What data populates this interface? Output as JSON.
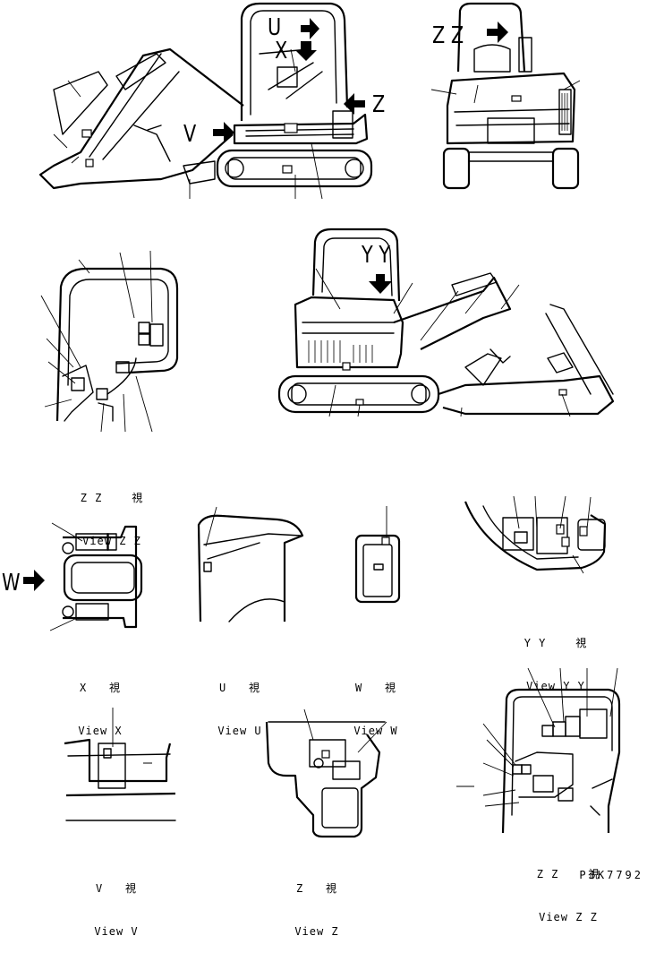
{
  "arrow_letters": {
    "u": "U",
    "x": "X",
    "v": "V",
    "z": "Z",
    "zz": "Z Z",
    "yy": "Y Y",
    "w": "W"
  },
  "views": [
    {
      "jp": "Z Z    視",
      "en": "View Z Z"
    },
    {
      "jp": "X   視",
      "en": "View X"
    },
    {
      "jp": "U   視",
      "en": "View U"
    },
    {
      "jp": "W   視",
      "en": "View W"
    },
    {
      "jp": "Y Y    視",
      "en": "View Y Y"
    },
    {
      "jp": "V   視",
      "en": "View V"
    },
    {
      "jp": "Z   視",
      "en": "View Z"
    },
    {
      "jp": "Z Z    視",
      "en": "View Z Z"
    }
  ],
  "drawing_code": "PJK7792"
}
